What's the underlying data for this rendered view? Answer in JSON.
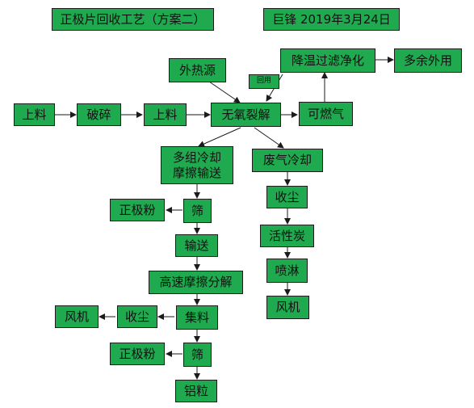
{
  "header": {
    "title": "正极片回收工艺（方案二）",
    "author_date": "巨锋 2019年3月24日"
  },
  "nodes": {
    "feed1": "上料",
    "crush": "破碎",
    "feed2": "上料",
    "pyrolysis": "无氧裂解",
    "external_heat": "外热源",
    "reuse": "回用",
    "combustible_gas": "可燃气",
    "cool_purify": "降温过滤净化",
    "surplus_export": "多余外用",
    "multi_cool": "多组冷却\n摩擦输送",
    "exhaust_cool": "废气冷却",
    "screen1": "筛",
    "cathode_powder1": "正极粉",
    "convey": "输送",
    "dust_collect1": "收尘",
    "activated_carbon": "活性炭",
    "hs_separation": "高速摩擦分解",
    "spray": "喷淋",
    "fan1": "风机",
    "collect": "集料",
    "dust_collect2": "收尘",
    "fan2": "风机",
    "screen2": "筛",
    "cathode_powder2": "正极粉",
    "aluminum": "铝粒"
  }
}
